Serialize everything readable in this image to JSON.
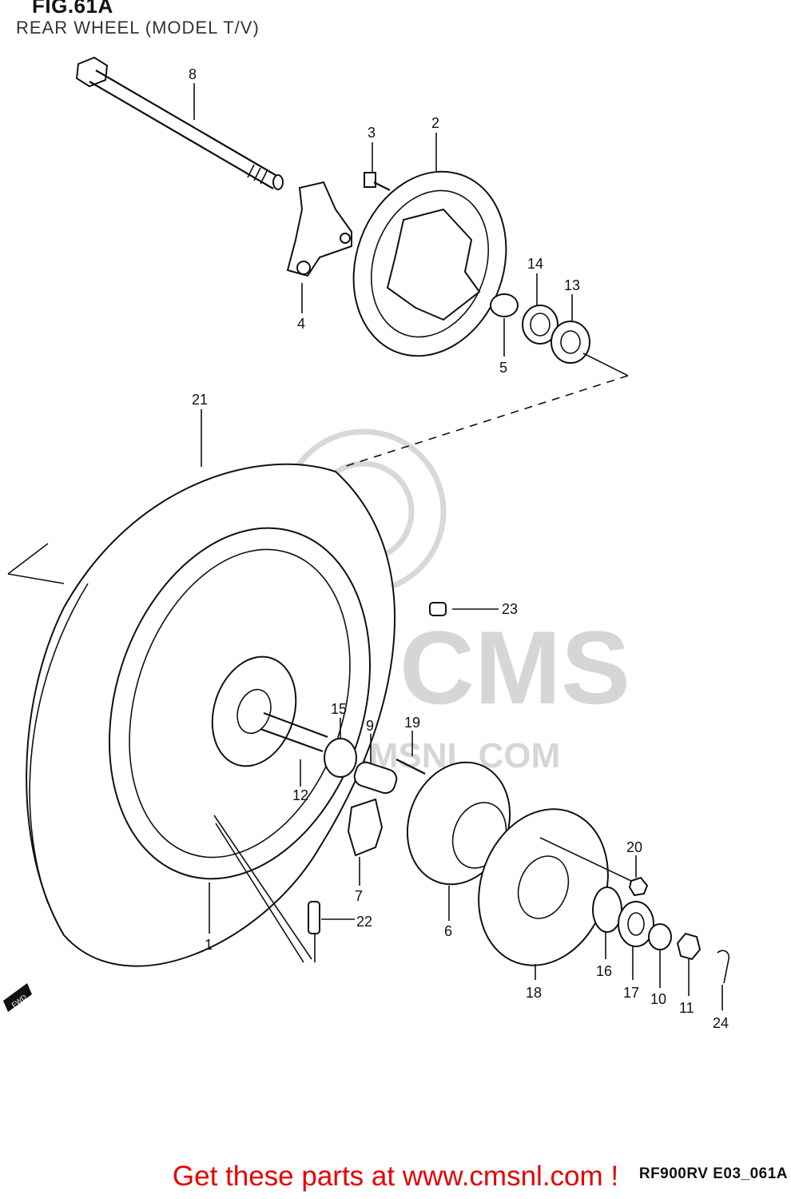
{
  "figure": {
    "title": "FIG.61A",
    "subtitle": "REAR WHEEL (MODEL T/V)",
    "drawing_code": "RF900RV E03_061A"
  },
  "watermark": {
    "text": "CMS",
    "url": "CMSNL.COM"
  },
  "fwd_label": "FWD",
  "callouts": [
    {
      "id": "c8",
      "label": "8"
    },
    {
      "id": "c3",
      "label": "3"
    },
    {
      "id": "c2",
      "label": "2"
    },
    {
      "id": "c4",
      "label": "4"
    },
    {
      "id": "c14",
      "label": "14"
    },
    {
      "id": "c13",
      "label": "13"
    },
    {
      "id": "c5",
      "label": "5"
    },
    {
      "id": "c21",
      "label": "21"
    },
    {
      "id": "c23",
      "label": "23"
    },
    {
      "id": "c15",
      "label": "15"
    },
    {
      "id": "c9",
      "label": "9"
    },
    {
      "id": "c19",
      "label": "19"
    },
    {
      "id": "c12",
      "label": "12"
    },
    {
      "id": "c7",
      "label": "7"
    },
    {
      "id": "c6",
      "label": "6"
    },
    {
      "id": "c20",
      "label": "20"
    },
    {
      "id": "c22",
      "label": "22"
    },
    {
      "id": "c1",
      "label": "1"
    },
    {
      "id": "c16",
      "label": "16"
    },
    {
      "id": "c18",
      "label": "18"
    },
    {
      "id": "c17",
      "label": "17"
    },
    {
      "id": "c10",
      "label": "10"
    },
    {
      "id": "c11",
      "label": "11"
    },
    {
      "id": "c24",
      "label": "24"
    }
  ],
  "footer": {
    "text": "Get these parts at www.cmsnl.com !"
  }
}
